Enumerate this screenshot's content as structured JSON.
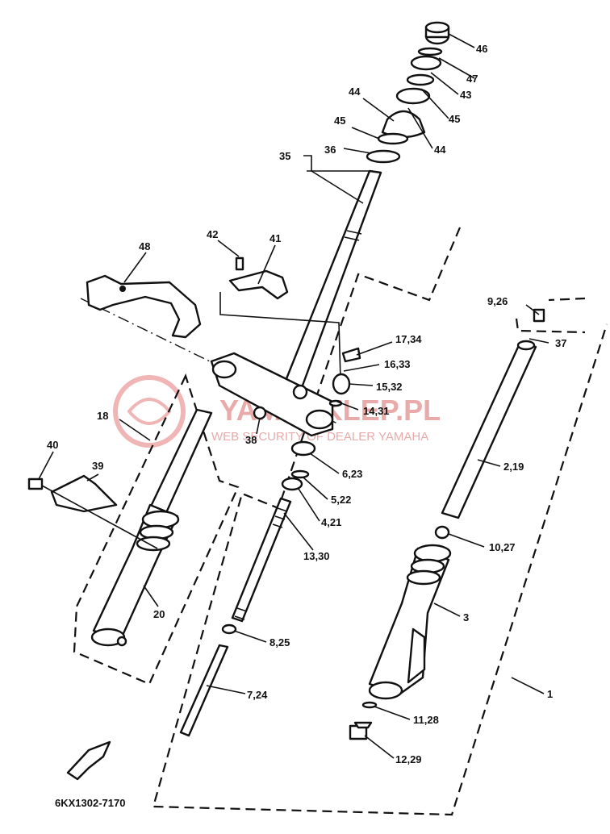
{
  "watermark": {
    "brand": "YAMASKLEP.PL",
    "tagline": "WEB SECURITY OF DEALER YAMAHA"
  },
  "footer_code": "6KX1302-7170",
  "labels": {
    "46": "46",
    "47": "47",
    "43": "43",
    "45_right": "45",
    "44_right": "44",
    "44_left": "44",
    "45_left": "45",
    "36": "36",
    "35": "35",
    "42": "42",
    "41": "41",
    "48": "48",
    "9_26": "9,26",
    "37": "37",
    "17_34": "17,34",
    "16_33": "16,33",
    "15_32": "15,32",
    "14_31": "14,31",
    "18": "18",
    "38": "38",
    "6_23": "6,23",
    "5_22": "5,22",
    "4_21": "4,21",
    "2_19": "2,19",
    "40": "40",
    "39": "39",
    "13_30": "13,30",
    "10_27": "10,27",
    "20": "20",
    "3": "3",
    "8_25": "8,25",
    "1": "1",
    "7_24": "7,24",
    "11_28": "11,28",
    "12_29": "12,29"
  }
}
